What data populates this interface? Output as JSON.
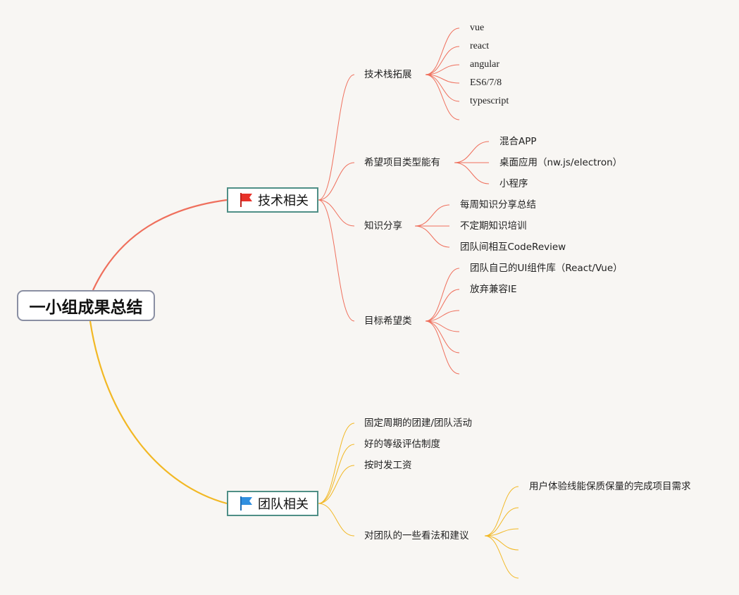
{
  "root": {
    "label": "一小组成果总结"
  },
  "colors": {
    "tech_line": "#ef6f5c",
    "team_line": "#f2b824",
    "branch_border": "#4f8f86",
    "root_border": "#8a8fa3",
    "flag_red": "#e8322a",
    "flag_blue": "#2f8fe0"
  },
  "branches": {
    "tech": {
      "label": "技术相关",
      "icon": "red-flag-icon",
      "children": [
        {
          "label": "技术栈拓展",
          "items": [
            "vue",
            "react",
            "angular",
            "ES6/7/8",
            "typescript",
            ""
          ]
        },
        {
          "label": "希望项目类型能有",
          "items": [
            "混合APP",
            "桌面应用（nw.js/electron）",
            "小程序"
          ]
        },
        {
          "label": "知识分享",
          "items": [
            "每周知识分享总结",
            "不定期知识培训",
            "团队间相互CodeReview"
          ]
        },
        {
          "label": "目标希望类",
          "items": [
            "团队自己的UI组件库（React/Vue）",
            "放弃兼容IE",
            "",
            "",
            "",
            ""
          ]
        }
      ]
    },
    "team": {
      "label": "团队相关",
      "icon": "blue-flag-icon",
      "children": [
        {
          "label": "固定周期的团建/团队活动",
          "items": []
        },
        {
          "label": "好的等级评估制度",
          "items": []
        },
        {
          "label": "按时发工资",
          "items": []
        },
        {
          "label": "对团队的一些看法和建议",
          "items": [
            "用户体验线能保质保量的完成项目需求",
            "",
            "",
            "",
            ""
          ]
        }
      ]
    }
  }
}
